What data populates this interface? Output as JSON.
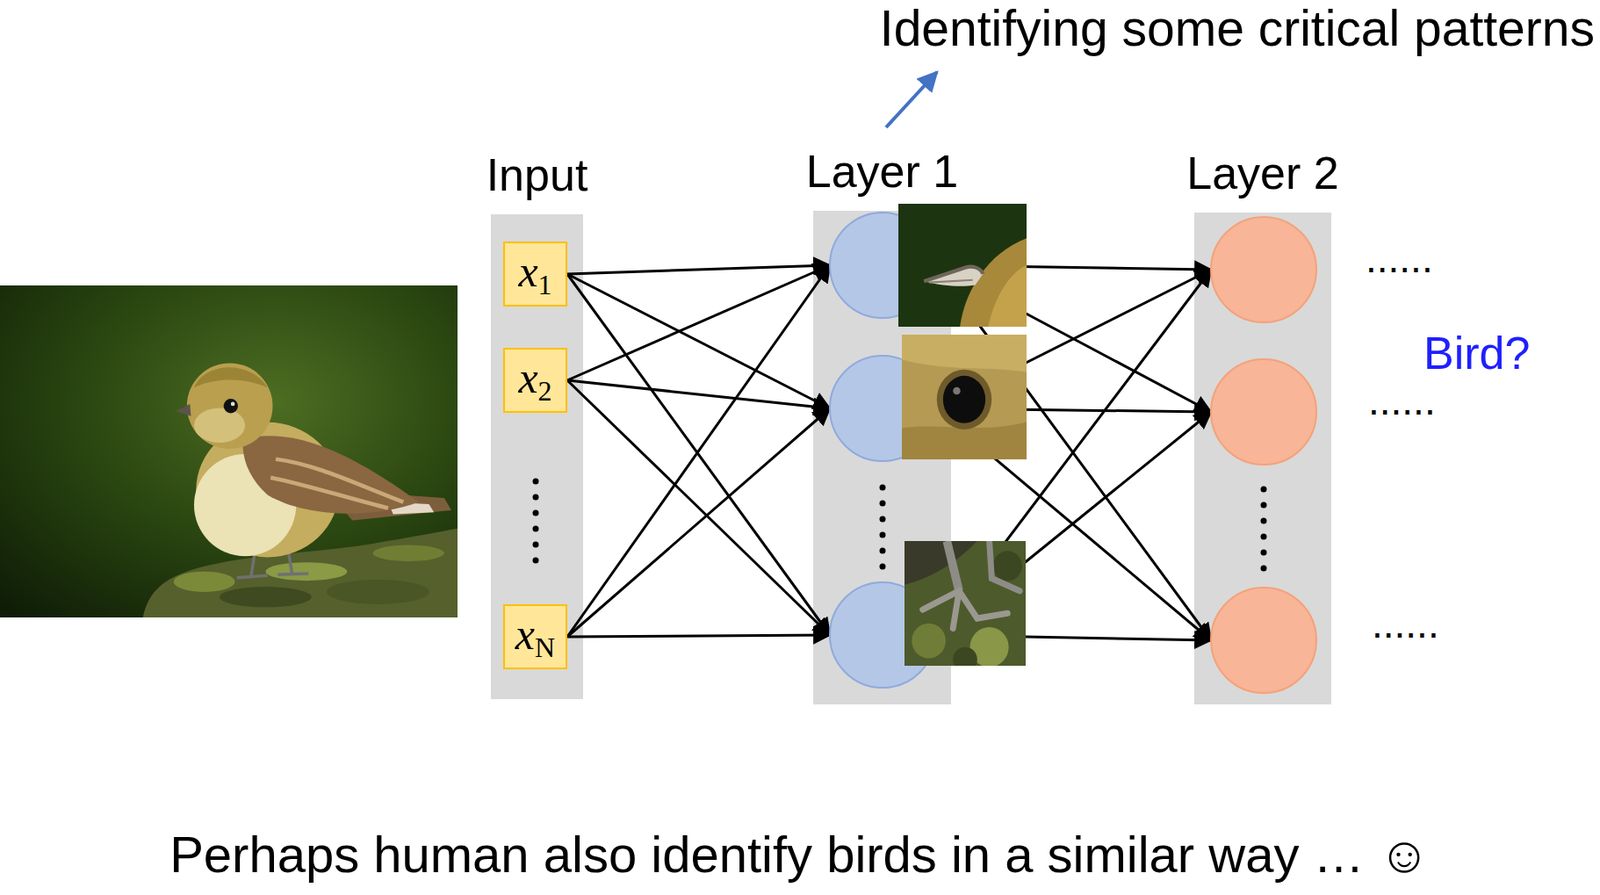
{
  "diagram": {
    "caption": "Perhaps human also identify birds in a similar way … ☺",
    "nodes": [
      {
        "text": [
          "Input"
        ]
      },
      {
        "text": [
          "x1"
        ],
        "in": 0
      },
      {
        "text": [
          "x2"
        ],
        "in": 0
      },
      {
        "text": [
          "xN"
        ],
        "in": 0
      },
      {
        "text": [
          "Layer 1"
        ]
      },
      {
        "text": [
          "Layer 2"
        ]
      }
    ],
    "labels": [
      "Identifying some critical patterns",
      "......",
      "......",
      "......",
      "Bird?"
    ]
  }
}
